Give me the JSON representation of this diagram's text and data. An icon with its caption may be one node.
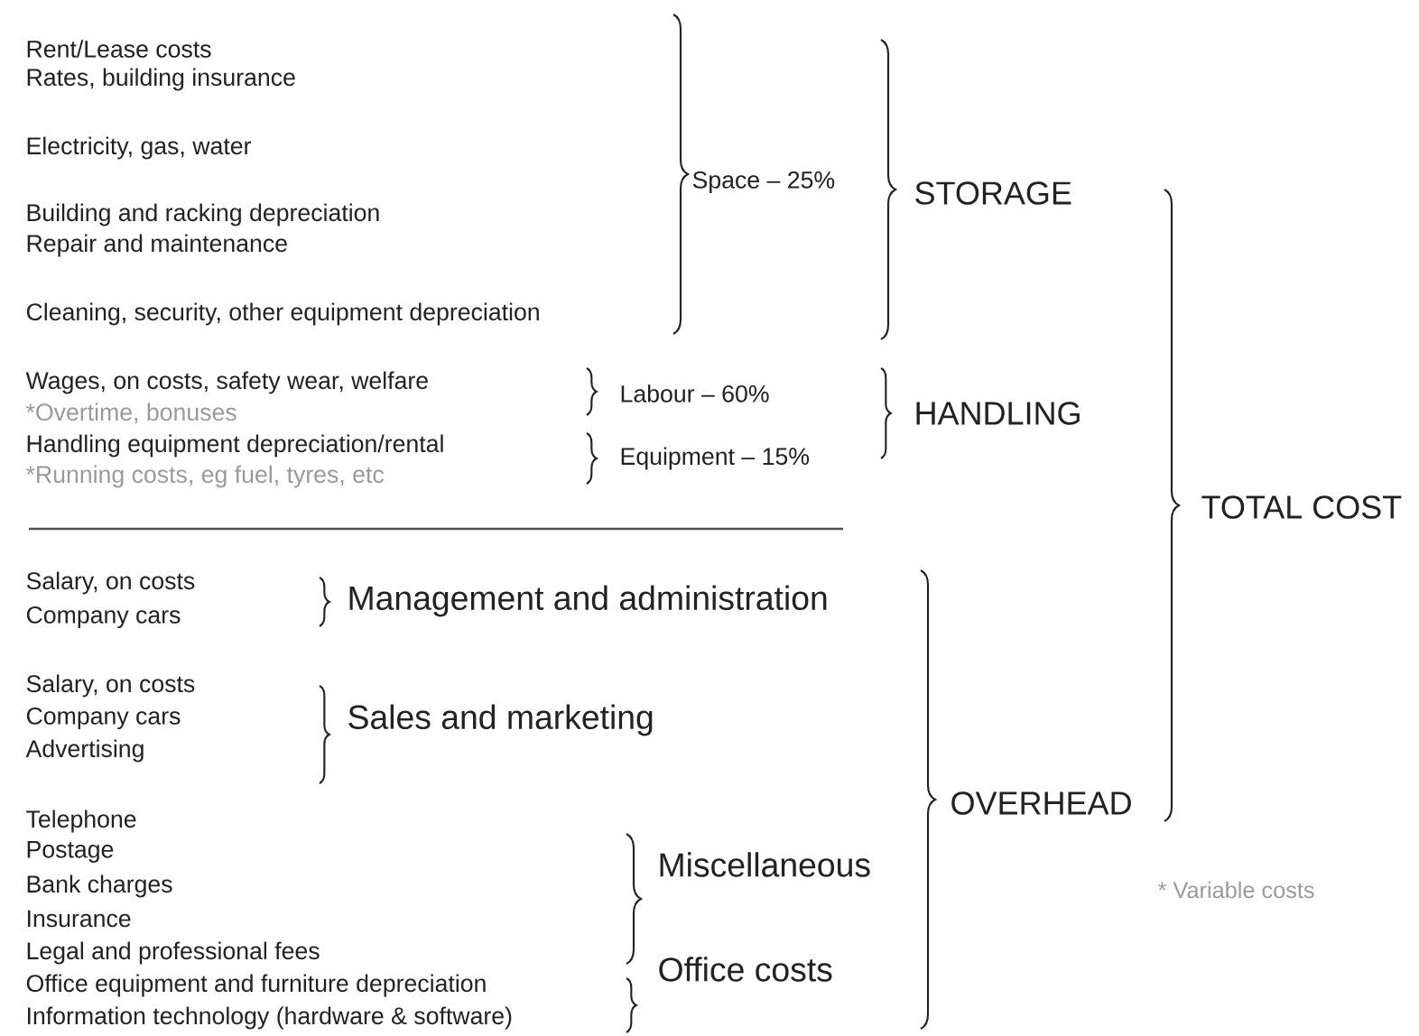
{
  "diagram": {
    "labels": [
      "Rent/Lease costs",
      "Rates, building insurance",
      "Electricity, gas, water",
      "Building and racking depreciation",
      "Repair and maintenance",
      "Cleaning, security, other equipment depreciation",
      "Wages, on costs, safety wear, welfare",
      "*Overtime, bonuses",
      "Handling equipment depreciation/rental",
      "*Running costs, eg fuel, tyres, etc",
      "Space – 25%",
      "STORAGE",
      "Labour – 60%",
      "Equipment – 15%",
      "HANDLING",
      "TOTAL COST",
      "Salary, on costs",
      "Company cars",
      "Management and administration",
      "Salary, on costs",
      "Company cars",
      "Advertising",
      "Sales and marketing",
      "Telephone",
      "Postage",
      "Bank charges",
      "Insurance",
      "Miscellaneous",
      "Legal and professional fees",
      "Office equipment and furniture depreciation",
      "Information technology (hardware & software)",
      "Office costs",
      "OVERHEAD",
      "* Variable costs"
    ]
  }
}
